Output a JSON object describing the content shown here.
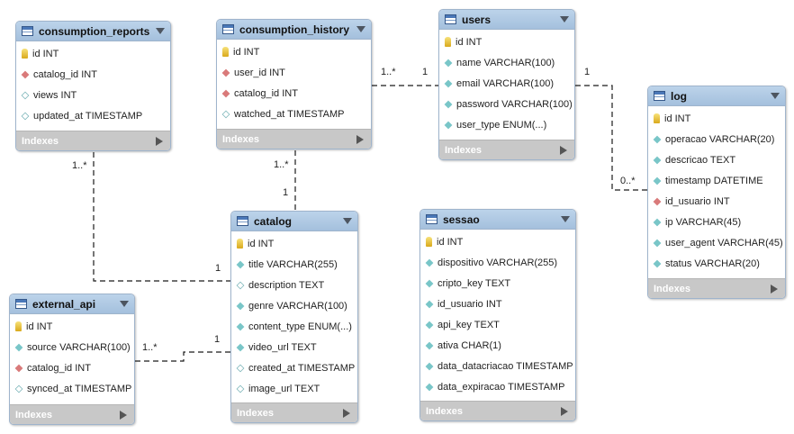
{
  "entities": {
    "consumption_reports": {
      "name": "consumption_reports",
      "fields": [
        {
          "kind": "pk",
          "text": "id INT"
        },
        {
          "kind": "fk",
          "text": "catalog_id INT"
        },
        {
          "kind": "col",
          "text": "views INT"
        },
        {
          "kind": "col",
          "text": "updated_at TIMESTAMP"
        }
      ],
      "indexes_label": "Indexes"
    },
    "consumption_history": {
      "name": "consumption_history",
      "fields": [
        {
          "kind": "pk",
          "text": "id INT"
        },
        {
          "kind": "fk",
          "text": "user_id INT"
        },
        {
          "kind": "fk",
          "text": "catalog_id INT"
        },
        {
          "kind": "col",
          "text": "watched_at TIMESTAMP"
        }
      ],
      "indexes_label": "Indexes"
    },
    "users": {
      "name": "users",
      "fields": [
        {
          "kind": "pk",
          "text": "id INT"
        },
        {
          "kind": "nn",
          "text": "name VARCHAR(100)"
        },
        {
          "kind": "nn",
          "text": "email VARCHAR(100)"
        },
        {
          "kind": "nn",
          "text": "password VARCHAR(100)"
        },
        {
          "kind": "nn",
          "text": "user_type ENUM(...)"
        }
      ],
      "indexes_label": "Indexes"
    },
    "log": {
      "name": "log",
      "fields": [
        {
          "kind": "pk",
          "text": "id INT"
        },
        {
          "kind": "nn",
          "text": "operacao VARCHAR(20)"
        },
        {
          "kind": "nn",
          "text": "descricao TEXT"
        },
        {
          "kind": "nn",
          "text": "timestamp DATETIME"
        },
        {
          "kind": "fk",
          "text": "id_usuario INT"
        },
        {
          "kind": "nn",
          "text": "ip VARCHAR(45)"
        },
        {
          "kind": "nn",
          "text": "user_agent VARCHAR(45)"
        },
        {
          "kind": "nn",
          "text": "status VARCHAR(20)"
        }
      ],
      "indexes_label": "Indexes"
    },
    "catalog": {
      "name": "catalog",
      "fields": [
        {
          "kind": "pk",
          "text": "id INT"
        },
        {
          "kind": "nn",
          "text": "title VARCHAR(255)"
        },
        {
          "kind": "col",
          "text": "description TEXT"
        },
        {
          "kind": "nn",
          "text": "genre VARCHAR(100)"
        },
        {
          "kind": "nn",
          "text": "content_type ENUM(...)"
        },
        {
          "kind": "nn",
          "text": "video_url TEXT"
        },
        {
          "kind": "col",
          "text": "created_at TIMESTAMP"
        },
        {
          "kind": "col",
          "text": "image_url TEXT"
        }
      ],
      "indexes_label": "Indexes"
    },
    "sessao": {
      "name": "sessao",
      "fields": [
        {
          "kind": "pk",
          "text": "id INT"
        },
        {
          "kind": "nn",
          "text": "dispositivo VARCHAR(255)"
        },
        {
          "kind": "nn",
          "text": "cripto_key TEXT"
        },
        {
          "kind": "nn",
          "text": "id_usuario INT"
        },
        {
          "kind": "nn",
          "text": "api_key TEXT"
        },
        {
          "kind": "nn",
          "text": "ativa CHAR(1)"
        },
        {
          "kind": "nn",
          "text": "data_datacriacao TIMESTAMP"
        },
        {
          "kind": "nn",
          "text": "data_expiracao TIMESTAMP"
        }
      ],
      "indexes_label": "Indexes"
    },
    "external_api": {
      "name": "external_api",
      "fields": [
        {
          "kind": "pk",
          "text": "id INT"
        },
        {
          "kind": "nn",
          "text": "source VARCHAR(100)"
        },
        {
          "kind": "fk",
          "text": "catalog_id INT"
        },
        {
          "kind": "col",
          "text": "synced_at TIMESTAMP"
        }
      ],
      "indexes_label": "Indexes"
    }
  },
  "relationships": {
    "history_users": {
      "from": "consumption_history",
      "to": "users",
      "from_card": "1..*",
      "to_card": "1"
    },
    "users_log": {
      "from": "users",
      "to": "log",
      "from_card": "1",
      "to_card": "0..*"
    },
    "history_catalog": {
      "from": "consumption_history",
      "to": "catalog",
      "from_card": "1..*",
      "to_card": "1"
    },
    "reports_catalog": {
      "from": "consumption_reports",
      "to": "catalog",
      "from_card": "1..*",
      "to_card": "1"
    },
    "external_catalog": {
      "from": "external_api",
      "to": "catalog",
      "from_card": "1..*",
      "to_card": "1"
    }
  }
}
